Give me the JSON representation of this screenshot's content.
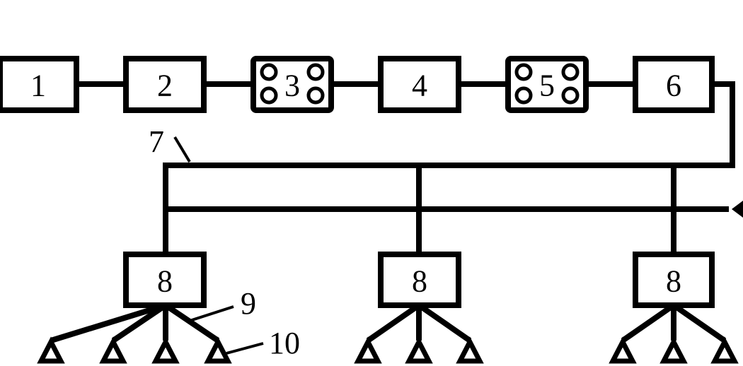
{
  "labels": {
    "box1": "1",
    "box2": "2",
    "box3": "3",
    "box4": "4",
    "box5": "5",
    "box6": "6",
    "pipe": "7",
    "unit_left": "8",
    "unit_middle": "8",
    "unit_right": "8",
    "branch": "9",
    "nozzle": "10"
  },
  "colors": {
    "line": "#000000",
    "background": "#ffffff"
  }
}
